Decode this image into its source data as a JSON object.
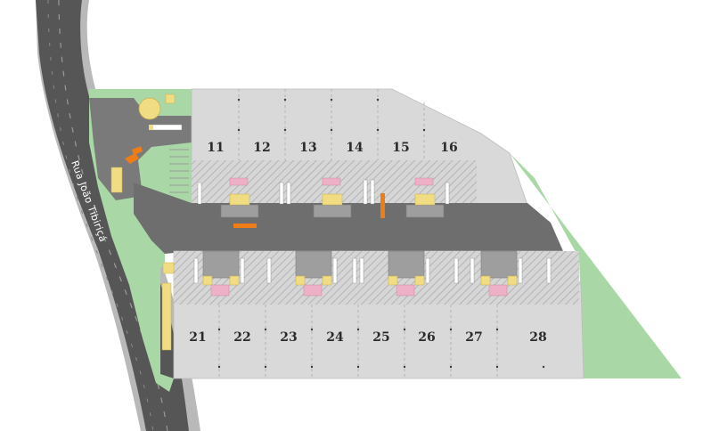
{
  "street": {
    "name": "Rua João Tibiriçá"
  },
  "top_row": {
    "units": [
      "11",
      "12",
      "13",
      "14",
      "15",
      "16"
    ]
  },
  "bottom_row": {
    "units": [
      "21",
      "22",
      "23",
      "24",
      "25",
      "26",
      "27",
      "28"
    ]
  },
  "colors": {
    "road": "#5a5a5a",
    "road_edge": "#b9b9b9",
    "lot": "#d9d9d9",
    "internal_road": "#6e6e6e",
    "green": "#a9d8a6",
    "yellow": "#f0dc82",
    "pink": "#eeb0c6",
    "orange": "#ef7d16",
    "hatch": "#c7c7c7"
  }
}
